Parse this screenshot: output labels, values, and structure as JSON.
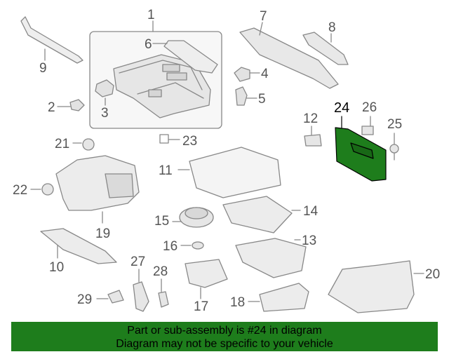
{
  "diagram": {
    "highlight_color": "#1e7d1c",
    "line_color": "#888888",
    "callouts": [
      {
        "id": "1",
        "label": "1"
      },
      {
        "id": "2",
        "label": "2"
      },
      {
        "id": "3",
        "label": "3"
      },
      {
        "id": "4",
        "label": "4"
      },
      {
        "id": "5",
        "label": "5"
      },
      {
        "id": "6",
        "label": "6"
      },
      {
        "id": "7",
        "label": "7"
      },
      {
        "id": "8",
        "label": "8"
      },
      {
        "id": "9",
        "label": "9"
      },
      {
        "id": "10",
        "label": "10"
      },
      {
        "id": "11",
        "label": "11"
      },
      {
        "id": "12",
        "label": "12"
      },
      {
        "id": "13",
        "label": "13"
      },
      {
        "id": "14",
        "label": "14"
      },
      {
        "id": "15",
        "label": "15"
      },
      {
        "id": "16",
        "label": "16"
      },
      {
        "id": "17",
        "label": "17"
      },
      {
        "id": "18",
        "label": "18"
      },
      {
        "id": "19",
        "label": "19"
      },
      {
        "id": "20",
        "label": "20"
      },
      {
        "id": "21",
        "label": "21"
      },
      {
        "id": "22",
        "label": "22"
      },
      {
        "id": "23",
        "label": "23"
      },
      {
        "id": "24",
        "label": "24",
        "highlighted": true
      },
      {
        "id": "25",
        "label": "25"
      },
      {
        "id": "26",
        "label": "26"
      },
      {
        "id": "27",
        "label": "27"
      },
      {
        "id": "28",
        "label": "28"
      },
      {
        "id": "29",
        "label": "29"
      }
    ]
  },
  "banner": {
    "line1": "Part or sub-assembly is #24 in diagram",
    "line2": "Diagram may not be specific to your vehicle",
    "background": "#1e7d1c"
  }
}
